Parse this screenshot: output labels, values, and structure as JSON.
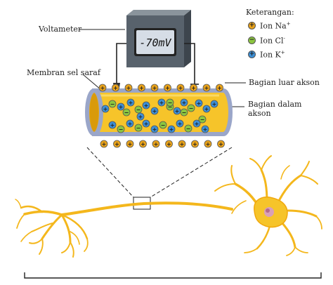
{
  "labels": {
    "voltameter": "Voltameter",
    "membrane": "Membran sel saraf",
    "outside": "Bagian luar akson",
    "inside_1": "Bagian dalam",
    "inside_2": "akson"
  },
  "meter": {
    "reading": "-70mV"
  },
  "legend": {
    "title": "Keterangan:",
    "items": [
      {
        "ion": "Ion Na",
        "charge": "+",
        "symbol": "+",
        "color": "#e8a21a"
      },
      {
        "ion": "Ion Cl",
        "charge": "-",
        "symbol": "−",
        "color": "#8cc63f"
      },
      {
        "ion": "Ion K",
        "charge": "+",
        "symbol": "+",
        "color": "#3c8fd6"
      }
    ]
  },
  "colors": {
    "axon_fill": "#f6c42a",
    "axon_membrane": "#9aa6c9",
    "neuron": "#f4b71c",
    "meter_body": "#58626c",
    "meter_screen": "#d6dde6"
  },
  "icons": [
    "voltmeter-icon",
    "neuron-illustration",
    "axon-cross-section"
  ]
}
